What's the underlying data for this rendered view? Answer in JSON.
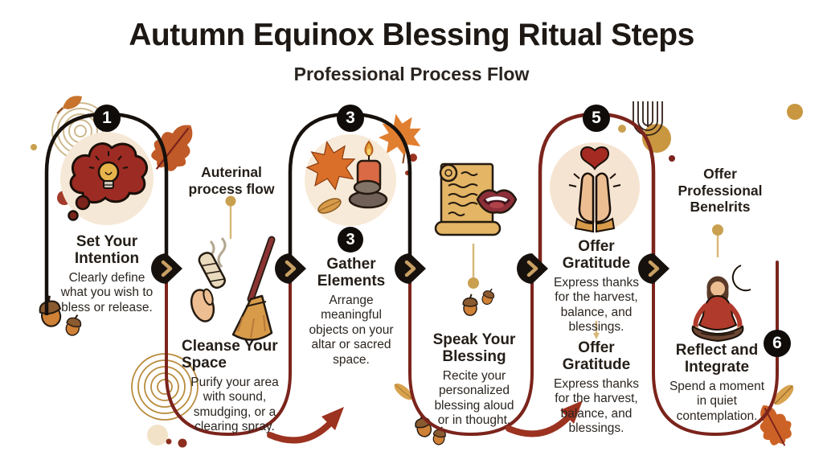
{
  "title": "Autumn Equinox Blessing Ritual Steps",
  "subtitle": "Professional Process Flow",
  "steps": [
    {
      "number": "1",
      "heading": "Set Your Intention",
      "body": "Clearly define what you wish to bless or release.",
      "icon": "thought-bubble-lightbulb"
    },
    {
      "label": "Auterinal process flow",
      "heading": "Cleanse Your Space",
      "body": "Purify your area with sound, smudging, or a clearing spray.",
      "icon": "smudge-stick-and-broom"
    },
    {
      "number": "3",
      "badge": "3",
      "heading": "Gather Elements",
      "body": "Arrange meaningful objects on your altar or sacred space.",
      "icon": "maple-leaves-candle-stones"
    },
    {
      "heading": "Speak Your Blessing",
      "body": "Recite your personalized blessing aloud or in thought.",
      "icon": "scroll-and-lips"
    },
    {
      "number": "5",
      "heading": "Offer Gratitude",
      "body": "Express thanks for the harvest, balance, and blessings.",
      "repeat_heading": "Offer Gratitude",
      "repeat_body": "Express thanks for the harvest, balance, and blessings.",
      "icon": "praying-hands-with-heart"
    },
    {
      "number": "6",
      "label": "Offer Professional Benelrits",
      "heading": "Reflect and Integrate",
      "body": "Spend a moment in quiet contemplation.",
      "icon": "meditating-person-with-moon"
    }
  ],
  "colors": {
    "background": "#ffffff",
    "ink": "#1d1814",
    "path_black": "#17110d",
    "path_red": "#7b241c",
    "arrow_red": "#9c3220",
    "accent_gold": "#c9a050",
    "icon_circle_cream": "#f6e8d6",
    "badge_black": "#0f0c0a",
    "badge_text": "#ffffff"
  }
}
